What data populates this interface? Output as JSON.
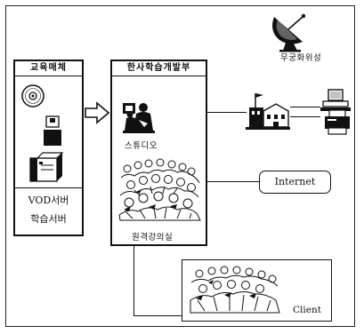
{
  "teaching_media": {
    "title": "교육매체",
    "server_vod": "VOD서버",
    "server_learning": "학습서버"
  },
  "dev_center": {
    "title": "한사학습개발부",
    "studio": "스튜디오",
    "lecture_room": "원격강의실"
  },
  "satellite_label": "무궁화위성",
  "internet_label": "Internet",
  "client_label": "Client",
  "icons": {
    "cd": "compact-disc-icon",
    "floppy": "floppy-disk-icon",
    "books": "books-icon",
    "arrow": "hollow-arrow-icon",
    "satellite": "satellite-dish-icon",
    "building": "campus-building-icon",
    "computer": "desktop-computer-icon",
    "printer": "printer-icon",
    "studio": "studio-people-icon",
    "crowd": "classroom-crowd-icon",
    "client_crowd": "client-crowd-icon"
  }
}
